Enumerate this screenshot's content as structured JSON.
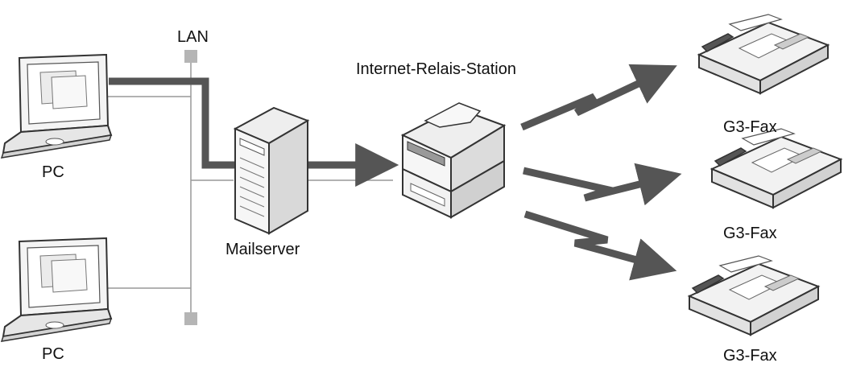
{
  "labels": {
    "lan": "LAN",
    "pc_top": "PC",
    "pc_bottom": "PC",
    "mailserver": "Mailserver",
    "relay": "Internet-Relais-Station",
    "fax_top": "G3-Fax",
    "fax_middle": "G3-Fax",
    "fax_bottom": "G3-Fax"
  },
  "colors": {
    "arrow": "#555555",
    "line": "#999999",
    "device_outline": "#333333",
    "device_fill": "#f2f2f2",
    "lan_node": "#b5b5b5"
  }
}
